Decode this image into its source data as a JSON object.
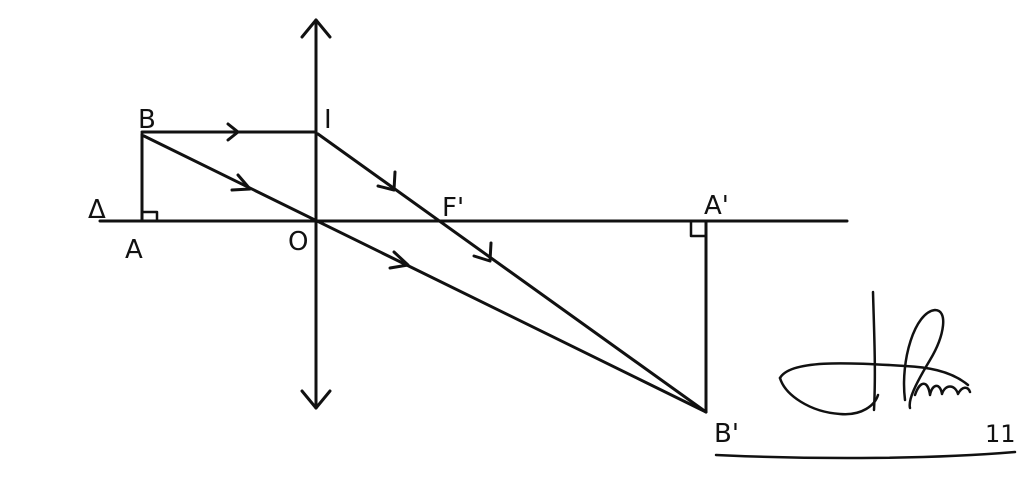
{
  "labels": {
    "triangle": "Δ",
    "A": "A",
    "B": "B",
    "I": "I",
    "O": "O",
    "F_prime": "F'",
    "A_prime": "A'",
    "B_prime": "B'",
    "page_mark": "11"
  },
  "colors": {
    "ink": "#111111",
    "background": "#ffffff"
  }
}
